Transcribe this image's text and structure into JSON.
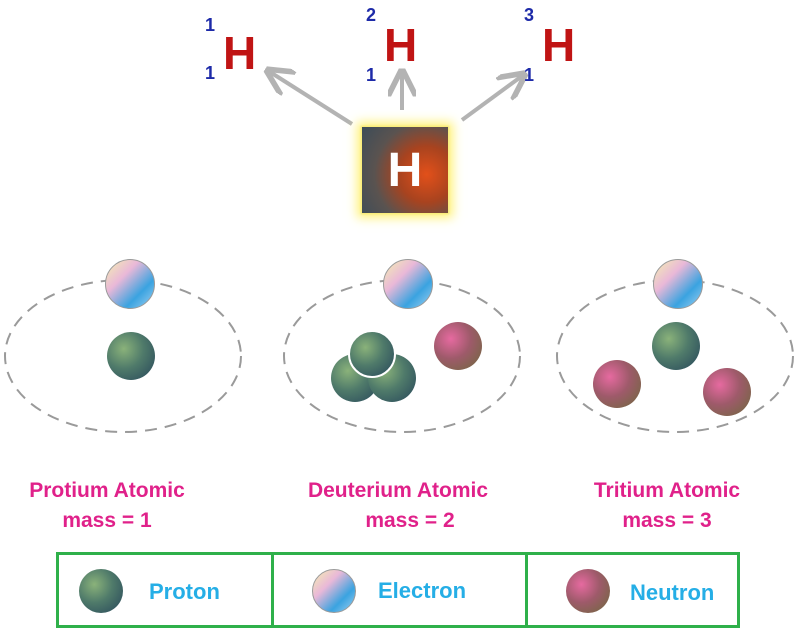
{
  "isotopes": [
    {
      "symbol": "H",
      "mass_number": "1",
      "atomic_number": "1"
    },
    {
      "symbol": "H",
      "mass_number": "2",
      "atomic_number": "1"
    },
    {
      "symbol": "H",
      "mass_number": "3",
      "atomic_number": "1"
    }
  ],
  "center_element": {
    "symbol": "H"
  },
  "atoms": [
    {
      "caption_line1": "Protium Atomic",
      "caption_line2": "mass = 1",
      "protons": 1,
      "neutrons": 0,
      "electrons": 1
    },
    {
      "caption_line1": "Deuterium Atomic",
      "caption_line2": "mass = 2",
      "protons": 3,
      "neutrons": 1,
      "electrons": 1
    },
    {
      "caption_line1": "Tritium Atomic",
      "caption_line2": "mass = 3",
      "protons": 1,
      "neutrons": 2,
      "electrons": 1
    }
  ],
  "legend": [
    {
      "label": "Proton",
      "icon": "proton-ball-icon"
    },
    {
      "label": "Electron",
      "icon": "electron-ball-icon"
    },
    {
      "label": "Neutron",
      "icon": "neutron-ball-icon"
    }
  ],
  "colors": {
    "symbol": "#c01414",
    "numbers": "#1d2aa8",
    "caption": "#e0218a",
    "legend_text": "#25aee6",
    "legend_border": "#2fb04a",
    "arrow": "#b3b3b3",
    "orbit": "#9a9a9a"
  }
}
